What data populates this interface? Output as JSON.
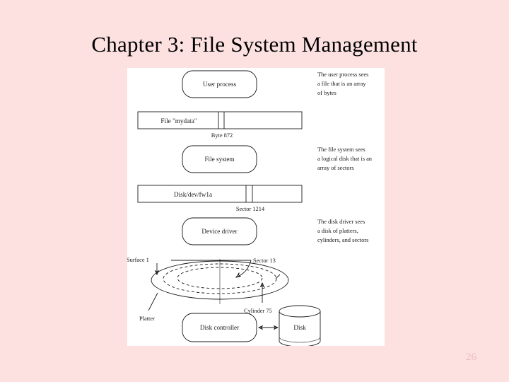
{
  "slide": {
    "title": "Chapter 3: File System Management",
    "page_number": "26",
    "background_color": "#fde1e1",
    "title_color": "#000000",
    "page_number_color": "#e8b9bd"
  },
  "diagram": {
    "background_color": "#ffffff",
    "boxes": [
      {
        "id": "user-process",
        "label": "User process"
      },
      {
        "id": "file-system",
        "label": "File system"
      },
      {
        "id": "device-driver",
        "label": "Device driver"
      },
      {
        "id": "disk-controller",
        "label": "Disk controller"
      }
    ],
    "bars": [
      {
        "id": "file-bar",
        "label": "File \"mydata\"",
        "marker_label": "Byte 872"
      },
      {
        "id": "disk-bar",
        "label": "Disk/dev/fw1a",
        "marker_label": "Sector 1214"
      }
    ],
    "annotations": [
      {
        "id": "anno-user-process",
        "lines": [
          "The user process sees",
          "a file that is an array",
          "of bytes"
        ]
      },
      {
        "id": "anno-file-system",
        "lines": [
          "The file system sees",
          "a logical disk that is an",
          "array of sectors"
        ]
      },
      {
        "id": "anno-disk-driver",
        "lines": [
          "The disk driver sees",
          "a disk of platters,",
          "cylinders, and sectors"
        ]
      }
    ],
    "platter_labels": {
      "surface": "Surface 1",
      "sector": "Sector 13",
      "cylinder": "Cylinder 75",
      "platter": "Platter"
    },
    "disk_label": "Disk"
  }
}
